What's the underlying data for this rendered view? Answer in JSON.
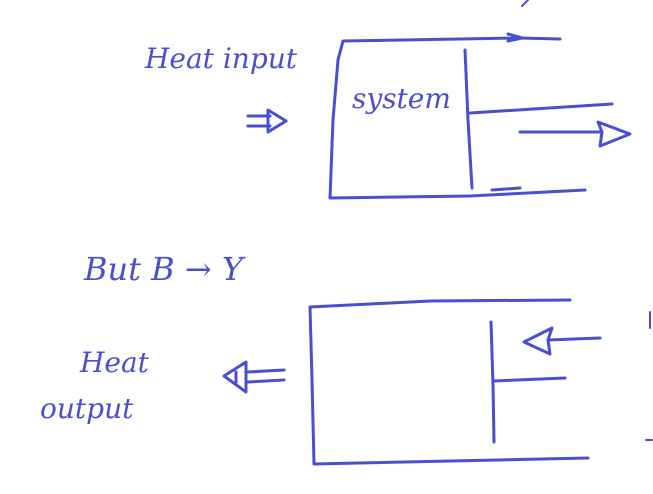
{
  "ink_color": "#4a4fd0",
  "top_diagram": {
    "heat_label": "Heat input",
    "system_label": "system"
  },
  "middle": {
    "transition_label": "But  B → Y"
  },
  "bottom_diagram": {
    "heat_label_line1": "Heat",
    "heat_label_line2": "output"
  }
}
